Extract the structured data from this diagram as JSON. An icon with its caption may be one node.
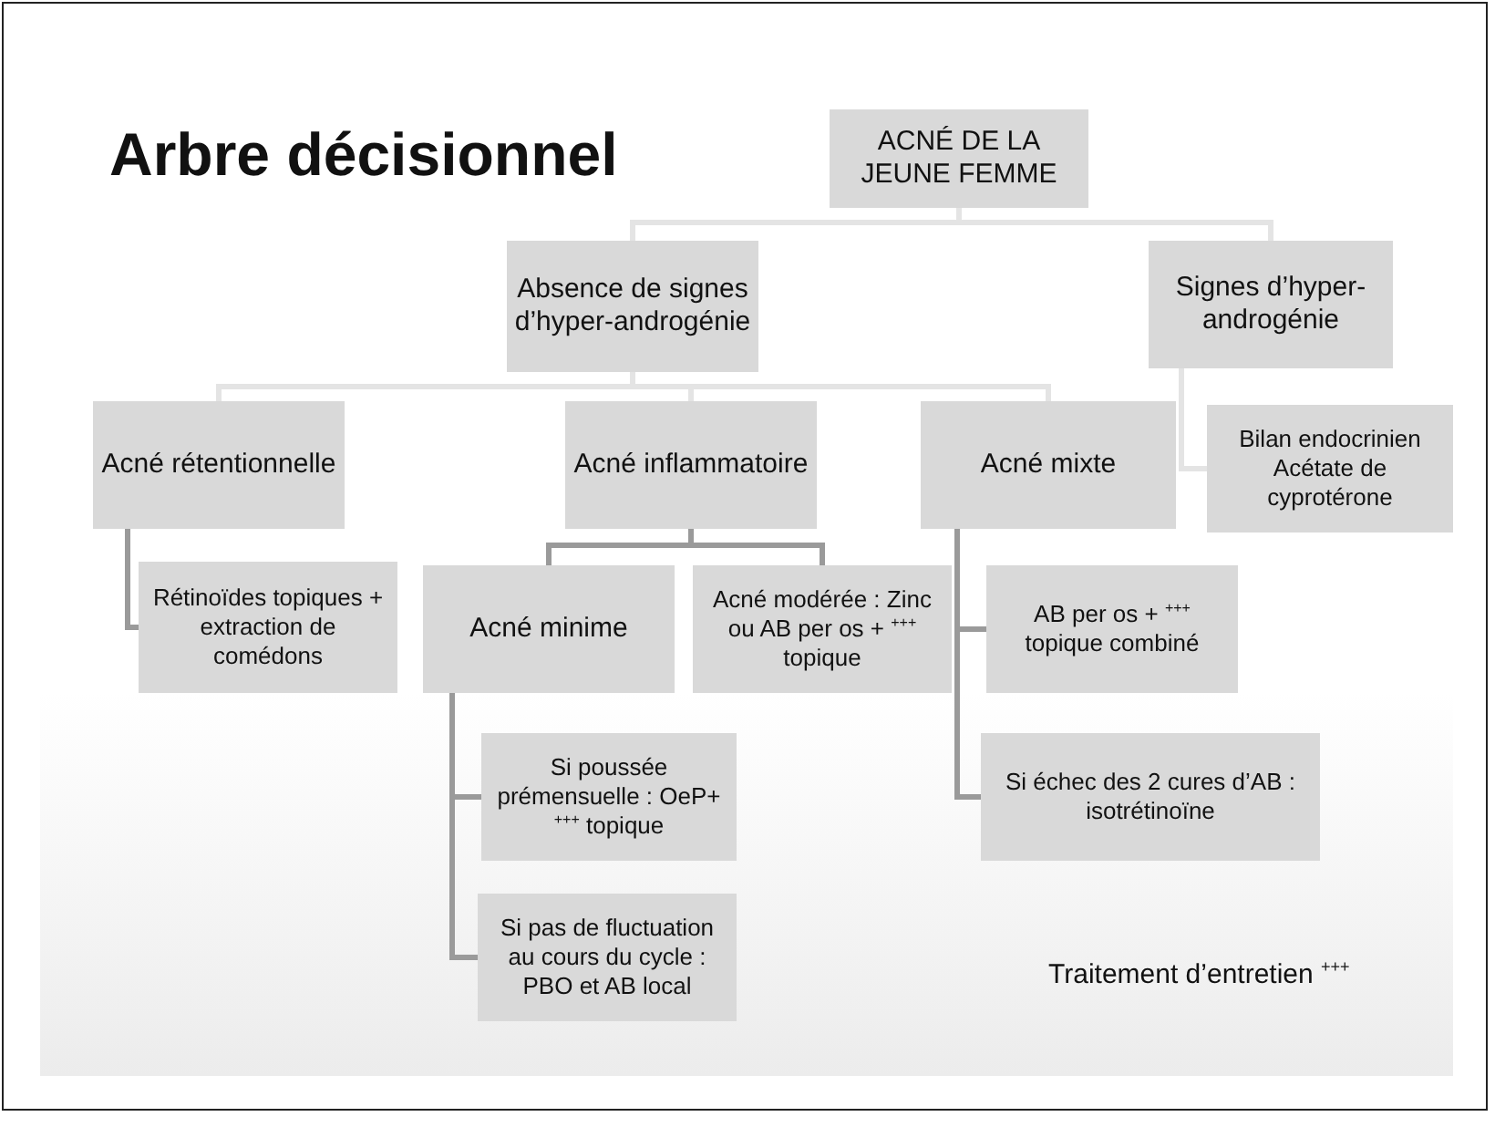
{
  "diagram": {
    "title": "Arbre décisionnel",
    "nodes": [
      {
        "text": [
          "ACNÉ DE LA JEUNE FEMME"
        ]
      },
      {
        "text": [
          "Absence de signes d’hyper-androgénie"
        ]
      },
      {
        "text": [
          "Signes d’hyper-androgénie"
        ]
      },
      {
        "text": [
          "Acné rétentionnelle"
        ]
      },
      {
        "text": [
          "Acné inflammatoire"
        ]
      },
      {
        "text": [
          "Acné mixte"
        ]
      },
      {
        "text": [
          "Bilan endocrinien",
          "Acétate de cyprotérone"
        ]
      },
      {
        "text": [
          "Rétinoïdes topiques + extraction de comédons"
        ]
      },
      {
        "text": [
          "Acné minime"
        ]
      },
      {
        "text": [
          "Acné modérée : Zinc ou AB per os + $^{+++}$ topique"
        ]
      },
      {
        "text": [
          "AB per os + $^{+++}$ topique combiné"
        ]
      },
      {
        "text": [
          "Si poussée prémensuelle : OeP+ $^{+++}$ topique"
        ]
      },
      {
        "text": [
          "Si échec des 2 cures d’AB : isotrétinoïne"
        ]
      },
      {
        "text": [
          "Si pas de fluctuation au cours du cycle : PBO et AB local"
        ]
      }
    ],
    "edges": [
      {
        "from": 0,
        "to": 1,
        "arrow": "none",
        "color": "#e4e4e4"
      },
      {
        "from": 0,
        "to": 2,
        "arrow": "none",
        "color": "#e4e4e4"
      },
      {
        "from": 1,
        "to": 3,
        "arrow": "none",
        "color": "#e4e4e4"
      },
      {
        "from": 1,
        "to": 4,
        "arrow": "none",
        "color": "#e4e4e4"
      },
      {
        "from": 1,
        "to": 5,
        "arrow": "none",
        "color": "#e4e4e4"
      },
      {
        "from": 2,
        "to": 6,
        "arrow": "none",
        "color": "#e4e4e4"
      },
      {
        "from": 3,
        "to": 7,
        "arrow": "none"
      },
      {
        "from": 4,
        "to": 8,
        "arrow": "none"
      },
      {
        "from": 4,
        "to": 9,
        "arrow": "none"
      },
      {
        "from": 5,
        "to": 10,
        "arrow": "none"
      },
      {
        "from": 5,
        "to": 12,
        "arrow": "none"
      },
      {
        "from": 8,
        "to": 11,
        "arrow": "none"
      },
      {
        "from": 8,
        "to": 13,
        "arrow": "none"
      }
    ],
    "labels": [
      "Traitement d’entretien $^{+++}$"
    ]
  }
}
